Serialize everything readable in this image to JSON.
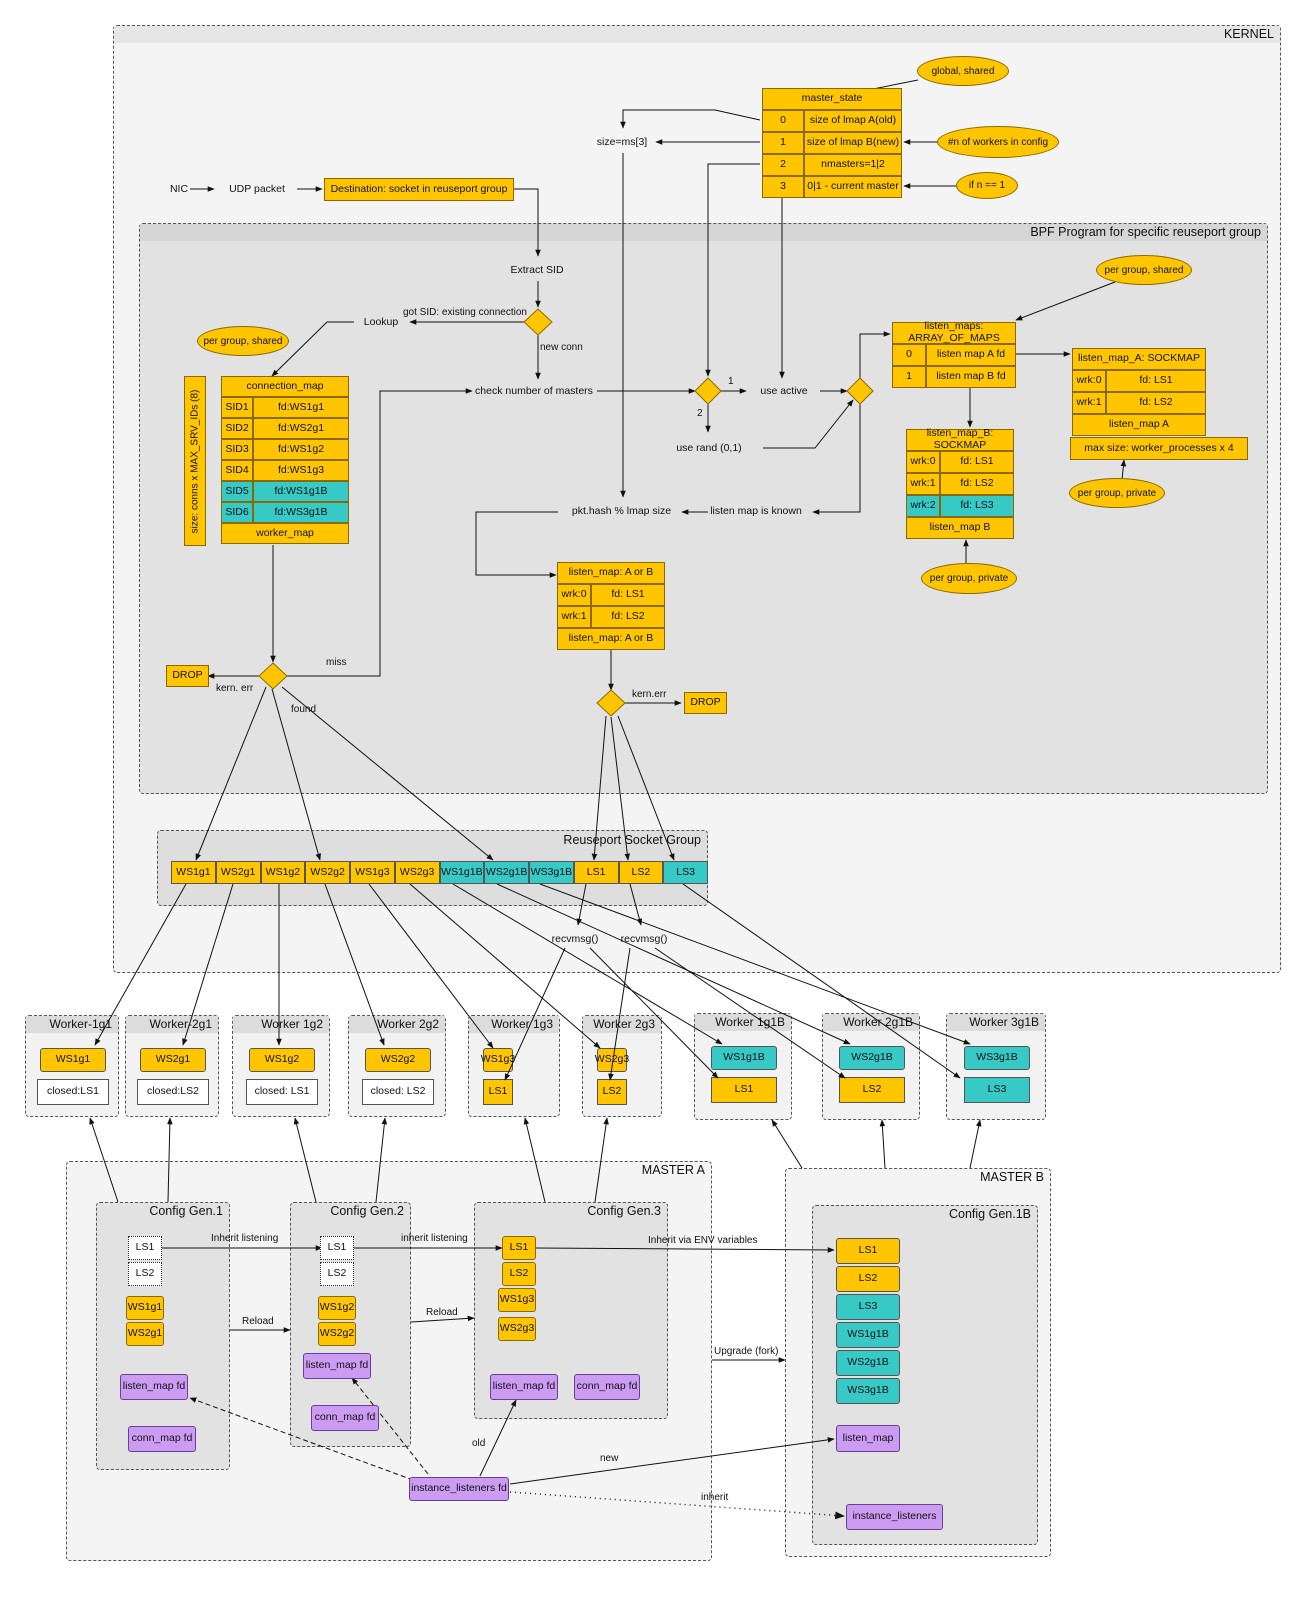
{
  "kernel": {
    "title": "KERNEL"
  },
  "bpf": {
    "title": "BPF Program for specific reuseport group"
  },
  "flow": {
    "nic": "NIC",
    "udp_packet": "UDP packet",
    "destination": "Destination: socket in reuseport group",
    "extract_sid": "Extract SID",
    "lookup": "Lookup",
    "got_sid": "got SID: existing connection",
    "new_conn": "new conn",
    "check_masters": "check number of masters",
    "use_active": "use active",
    "use_rand": "use rand (0,1)",
    "listen_known": "listen map is known",
    "pkt_hash": "pkt.hash % lmap size",
    "size_ms": "size=ms[3]",
    "miss": "miss",
    "found": "found",
    "kern_err_1": "kern. err",
    "kern_err_2": "kern.err",
    "drop": "DROP",
    "branch_1": "1",
    "branch_2": "2"
  },
  "notes": {
    "global_shared": "global, shared",
    "workers_in_config": "#n of workers in config",
    "if_n_1": "if n == 1",
    "per_group_shared_1": "per group, shared",
    "per_group_shared_2": "per group, shared",
    "per_group_private_a": "per group, private",
    "per_group_private_b": "per group, private",
    "size_label": "size: conns x MAX_SRV_IDs (8)"
  },
  "master_state": {
    "title": "master_state",
    "rows": [
      {
        "k": "0",
        "v": "size of lmap A(old)"
      },
      {
        "k": "1",
        "v": "size of lmap B(new)"
      },
      {
        "k": "2",
        "v": "nmasters=1|2"
      },
      {
        "k": "3",
        "v": "0|1 - current master"
      }
    ]
  },
  "connection_map": {
    "title": "connection_map",
    "rows": [
      {
        "k": "SID1",
        "v": "fd:WS1g1",
        "color": "#ffc600"
      },
      {
        "k": "SID2",
        "v": "fd:WS2g1",
        "color": "#ffc600"
      },
      {
        "k": "SID3",
        "v": "fd:WS1g2",
        "color": "#ffc600"
      },
      {
        "k": "SID4",
        "v": "fd:WS1g3",
        "color": "#ffc600"
      },
      {
        "k": "SID5",
        "v": "fd:WS1g1B",
        "color": "#36c9c6"
      },
      {
        "k": "SID6",
        "v": "fd:WS3g1B",
        "color": "#36c9c6"
      }
    ],
    "footer": "worker_map"
  },
  "listen_maps": {
    "title": "listen_maps: ARRAY_OF_MAPS",
    "rows": [
      {
        "k": "0",
        "v": "listen map A fd"
      },
      {
        "k": "1",
        "v": "listen map B fd"
      }
    ]
  },
  "listen_map_a": {
    "title": "listen_map_A: SOCKMAP",
    "rows": [
      {
        "k": "wrk:0",
        "v": "fd: LS1"
      },
      {
        "k": "wrk:1",
        "v": "fd: LS2"
      }
    ],
    "footer": "listen_map A",
    "max_size": "max size: worker_processes x 4"
  },
  "listen_map_b": {
    "title": "listen_map_B: SOCKMAP",
    "rows": [
      {
        "k": "wrk:0",
        "v": "fd: LS1",
        "color": "#ffc600"
      },
      {
        "k": "wrk:1",
        "v": "fd: LS2",
        "color": "#ffc600"
      },
      {
        "k": "wrk:2",
        "v": "fd: LS3",
        "color": "#36c9c6"
      }
    ],
    "footer": "listen_map B"
  },
  "listen_map_ab": {
    "title": "listen_map: A or B",
    "rows": [
      {
        "k": "wrk:0",
        "v": "fd: LS1"
      },
      {
        "k": "wrk:1",
        "v": "fd: LS2"
      }
    ],
    "footer": "listen_map: A or B"
  },
  "socket_group": {
    "title": "Reuseport Socket Group",
    "cells": [
      {
        "label": "WS1g1",
        "color": "#ffc600"
      },
      {
        "label": "WS2g1",
        "color": "#ffc600"
      },
      {
        "label": "WS1g2",
        "color": "#ffc600"
      },
      {
        "label": "WS2g2",
        "color": "#ffc600"
      },
      {
        "label": "WS1g3",
        "color": "#ffc600"
      },
      {
        "label": "WS2g3",
        "color": "#ffc600"
      },
      {
        "label": "WS1g1B",
        "color": "#36c9c6"
      },
      {
        "label": "WS2g1B",
        "color": "#36c9c6"
      },
      {
        "label": "WS3g1B",
        "color": "#36c9c6"
      },
      {
        "label": "LS1",
        "color": "#ffc600"
      },
      {
        "label": "LS2",
        "color": "#ffc600"
      },
      {
        "label": "LS3",
        "color": "#36c9c6"
      }
    ]
  },
  "recvmsg": [
    "recvmsg()",
    "recvmsg()"
  ],
  "workers": [
    {
      "title": "Worker-1g1",
      "top": "WS1g1",
      "top_color": "#ffc600",
      "bottom": "closed:LS1",
      "bottom_color": "#ffffff"
    },
    {
      "title": "Worker-2g1",
      "top": "WS2g1",
      "top_color": "#ffc600",
      "bottom": "closed:LS2",
      "bottom_color": "#ffffff"
    },
    {
      "title": "Worker 1g2",
      "top": "WS1g2",
      "top_color": "#ffc600",
      "bottom": "closed: LS1",
      "bottom_color": "#ffffff"
    },
    {
      "title": "Worker 2g2",
      "top": "WS2g2",
      "top_color": "#ffc600",
      "bottom": "closed: LS2",
      "bottom_color": "#ffffff"
    },
    {
      "title": "Worker 1g3",
      "top": "WS1g3",
      "top_color": "#ffc600",
      "bottom": "LS1",
      "bottom_color": "#ffc600"
    },
    {
      "title": "Worker 2g3",
      "top": "WS2g3",
      "top_color": "#ffc600",
      "bottom": "LS2",
      "bottom_color": "#ffc600"
    },
    {
      "title": "Worker 1g1B",
      "top": "WS1g1B",
      "top_color": "#36c9c6",
      "bottom": "LS1",
      "bottom_color": "#ffc600"
    },
    {
      "title": "Worker 2g1B",
      "top": "WS2g1B",
      "top_color": "#36c9c6",
      "bottom": "LS2",
      "bottom_color": "#ffc600"
    },
    {
      "title": "Worker 3g1B",
      "top": "WS3g1B",
      "top_color": "#36c9c6",
      "bottom": "LS3",
      "bottom_color": "#36c9c6"
    }
  ],
  "master_a": {
    "title": "MASTER A",
    "gen1": {
      "title": "Config Gen.1",
      "ls": [
        "LS1",
        "LS2"
      ],
      "ws": [
        "WS1g1",
        "WS2g1"
      ],
      "maps": [
        "listen_map fd",
        "conn_map fd"
      ]
    },
    "gen2": {
      "title": "Config Gen.2",
      "ls": [
        "LS1",
        "LS2"
      ],
      "ws": [
        "WS1g2",
        "WS2g2"
      ],
      "maps": [
        "listen_map fd",
        "conn_map fd"
      ]
    },
    "gen3": {
      "title": "Config Gen.3",
      "ls": [
        "LS1",
        "LS2"
      ],
      "ws": [
        "WS1g3",
        "WS2g3"
      ],
      "maps": [
        "listen_map fd",
        "conn_map fd"
      ]
    },
    "instance_listeners": "instance_listeners fd"
  },
  "master_b": {
    "title": "MASTER B",
    "gen": {
      "title": "Config Gen.1B",
      "items": [
        {
          "label": "LS1",
          "color": "#ffc600"
        },
        {
          "label": "LS2",
          "color": "#ffc600"
        },
        {
          "label": "LS3",
          "color": "#36c9c6"
        },
        {
          "label": "WS1g1B",
          "color": "#36c9c6"
        },
        {
          "label": "WS2g1B",
          "color": "#36c9c6"
        },
        {
          "label": "WS3g1B",
          "color": "#36c9c6"
        }
      ],
      "listen_map": "listen_map"
    },
    "instance_listeners": "instance_listeners"
  },
  "edges": {
    "inherit_listening_1": "Inherit listening",
    "inherit_listening_2": "inherit listening",
    "inherit_env": "Inherit via ENV variables",
    "reload_1": "Reload",
    "reload_2": "Reload",
    "upgrade": "Upgrade (fork)",
    "old": "old",
    "new": "new",
    "inherit": "inherit"
  }
}
